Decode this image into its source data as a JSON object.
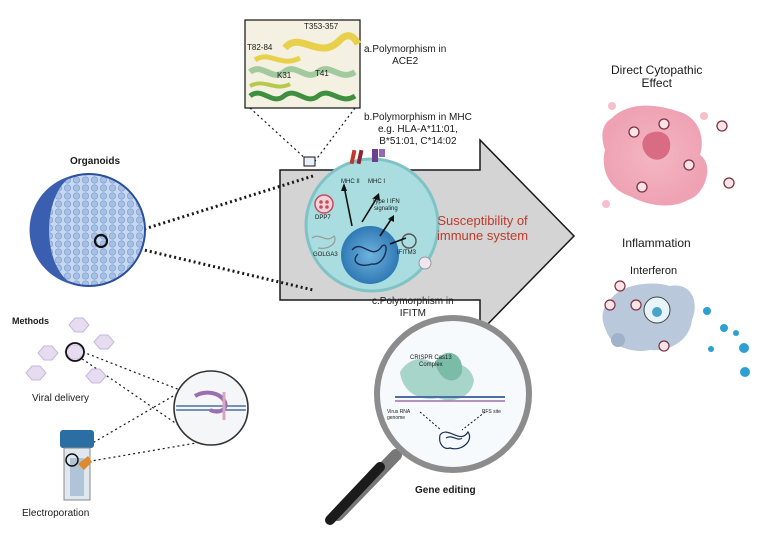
{
  "labels": {
    "organoids": "Organoids",
    "methods": "Methods",
    "viral_delivery": "Viral delivery",
    "electroporation": "Electroporation",
    "poly_ace2_line1": "a.Polymorphism in",
    "poly_ace2_line2": "ACE2",
    "poly_mhc_line1": "b.Polymorphism in MHC",
    "poly_mhc_line2": "e.g. HLA-A*11:01,",
    "poly_mhc_line3": "B*51:01, C*14:02",
    "poly_ifitm_line1": "c.Polymorphism in",
    "poly_ifitm_line2": "IFITM",
    "susceptibility_line1": "Susceptibility of",
    "susceptibility_line2": "immune system",
    "direct_cytopathic_line1": "Direct Cytopathic",
    "direct_cytopathic_line2": "Effect",
    "inflammation": "Inflammation",
    "interferon": "Interferon",
    "gene_editing": "Gene editing"
  },
  "structure_labels": {
    "t353": "T353-357",
    "t82": "T82-84",
    "k31": "K31",
    "t41": "T41"
  },
  "cell_labels": {
    "mhc2": "MHC II",
    "mhc1": "MHC I",
    "dpp7": "DPP7",
    "type1ifn_line1": "Type I IFN",
    "type1ifn_line2": "signaling",
    "golga3": "GOLGA3",
    "ifitm3": "IFITM3"
  },
  "crispr_labels": {
    "complex_line1": "CRISPR Cas13",
    "complex_line2": "Complex",
    "virus_rna_line1": "Virus RNA",
    "virus_rna_line2": "genome",
    "pfs": "PFS site"
  },
  "colors": {
    "background": "#ffffff",
    "organoid_blue": "#3f62b8",
    "cell_fill": "#a9dde0",
    "nucleus_blue": "#3f8fc9",
    "arrow_gray": "#d3d3d3",
    "red_text": "#c0392b",
    "pink_cell": "#f2a9b8",
    "magnifier_handle": "#1e1e1e"
  }
}
